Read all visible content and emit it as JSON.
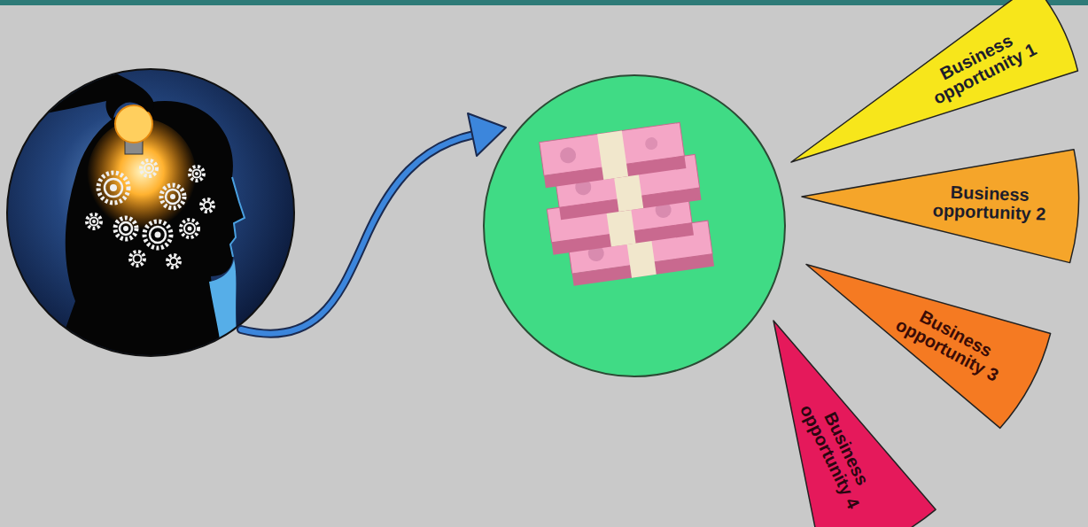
{
  "diagram": {
    "nodes": [
      {
        "text": [
          "Business opportunity 1"
        ]
      },
      {
        "text": [
          "Business opportunity 2"
        ]
      },
      {
        "text": [
          "Business opportunity 3"
        ]
      },
      {
        "text": [
          "Business opportunity 4"
        ]
      }
    ]
  }
}
